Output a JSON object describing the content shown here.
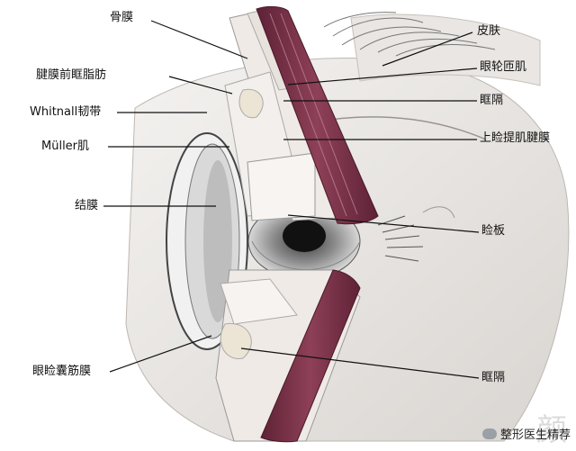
{
  "labels": {
    "periosteum": "骨膜",
    "skin": "皮肤",
    "preaponeurotic_fat": "腱膜前眶脂肪",
    "orbicularis": "眼轮匝肌",
    "septum_upper": "眶隔",
    "whitnall": "Whitnall韧带",
    "muller": "Müller肌",
    "levator_aponeurosis": "上睑提肌腱膜",
    "conjunctiva": "结膜",
    "tarsus": "睑板",
    "capsulopalpebral_fascia": "眼睑囊筋膜",
    "septum_lower": "眶隔"
  },
  "watermark": {
    "text": "整形医生精荐",
    "ghost": "颜"
  },
  "colors": {
    "muscle": "#7a2f45",
    "muscle_light": "#b07487",
    "tissue": "#e8e3de",
    "line": "#111111"
  }
}
